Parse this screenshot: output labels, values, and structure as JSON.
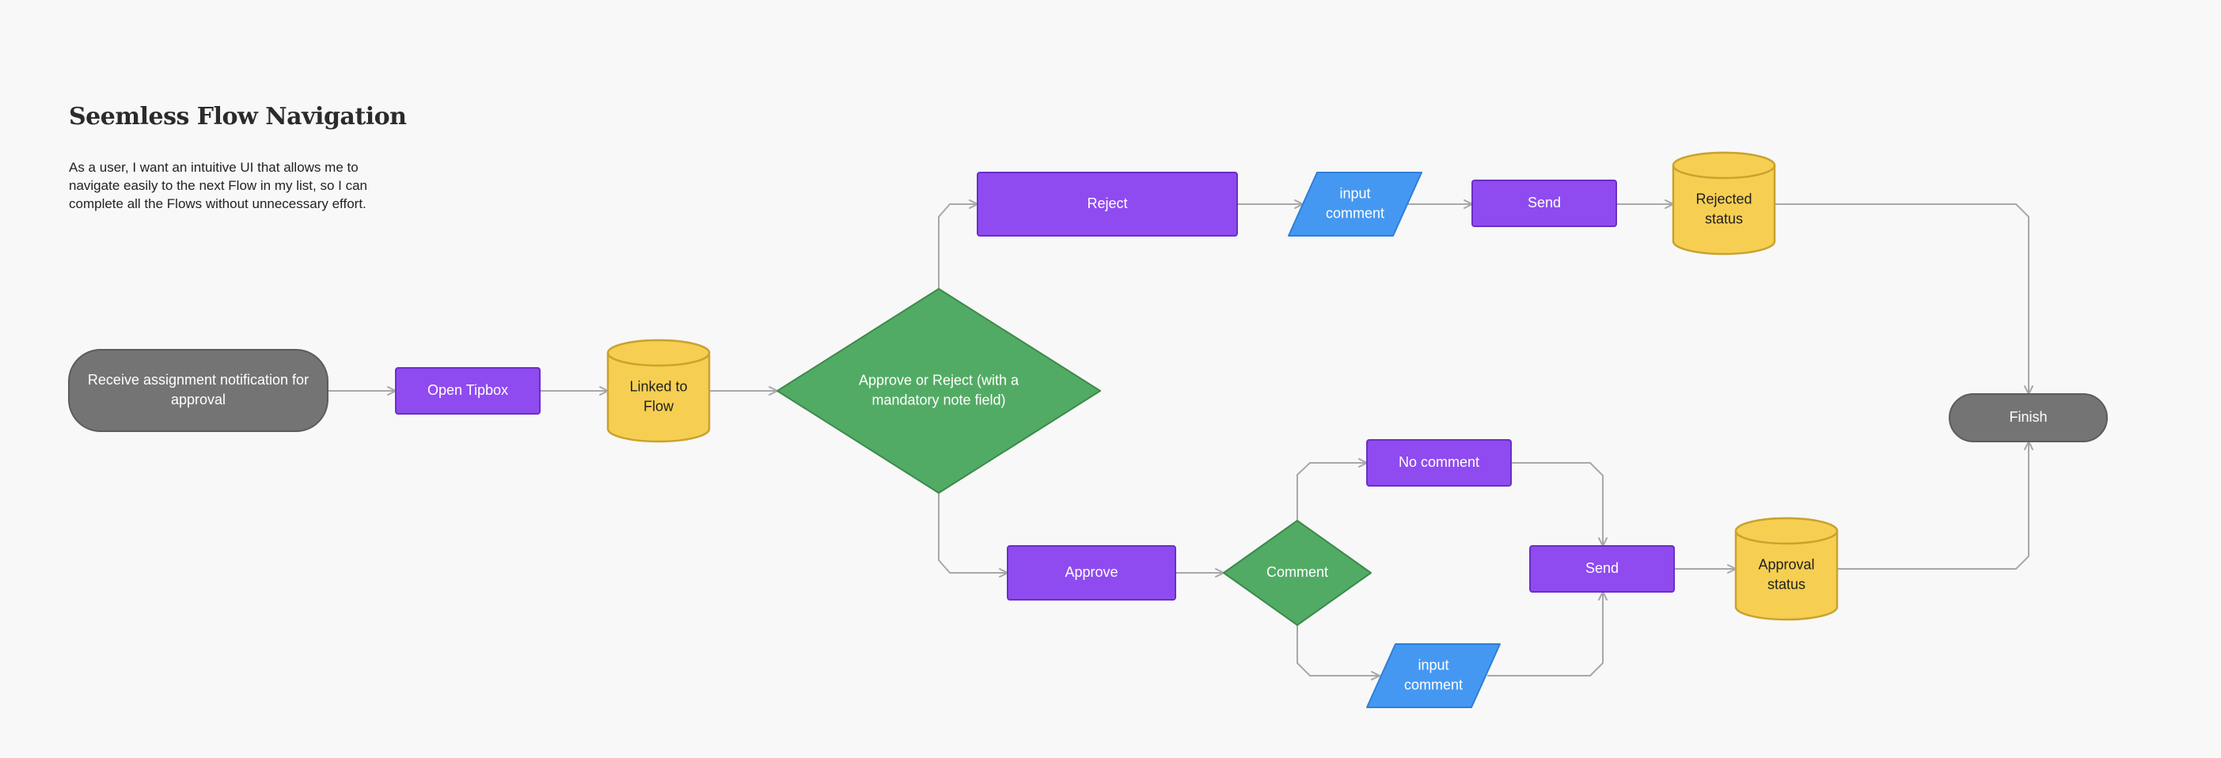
{
  "header": {
    "title": "Seemless Flow Navigation",
    "description": "As a user, I want an intuitive UI that allows me to navigate easily to the next Flow in my list, so I can complete all the Flows without unnecessary effort."
  },
  "colors": {
    "background": "#f8f8f8",
    "terminal": "#747474",
    "process": "#8f4bf0",
    "database": "#f6cf52",
    "decision": "#52ab64",
    "input": "#4598f2",
    "connector": "#a8a8a8"
  },
  "nodes": {
    "start": {
      "shape": "terminal",
      "lines": [
        "Receive assignment notification for",
        "approval"
      ]
    },
    "open_tipbox": {
      "shape": "process",
      "lines": [
        "Open Tipbox"
      ]
    },
    "linked_to_flow": {
      "shape": "database",
      "lines": [
        "Linked to",
        "Flow"
      ]
    },
    "approve_or_reject": {
      "shape": "decision",
      "lines": [
        "Approve or Reject (with a",
        "mandatory note field)"
      ]
    },
    "reject": {
      "shape": "process",
      "lines": [
        "Reject"
      ]
    },
    "reject_input_comment": {
      "shape": "input",
      "lines": [
        "input",
        "comment"
      ]
    },
    "reject_send": {
      "shape": "process",
      "lines": [
        "Send"
      ]
    },
    "rejected_status": {
      "shape": "database",
      "lines": [
        "Rejected",
        "status"
      ]
    },
    "approve": {
      "shape": "process",
      "lines": [
        "Approve"
      ]
    },
    "comment_decision": {
      "shape": "decision",
      "lines": [
        "Comment"
      ]
    },
    "no_comment": {
      "shape": "process",
      "lines": [
        "No comment"
      ]
    },
    "approve_input_comment": {
      "shape": "input",
      "lines": [
        "input",
        "comment"
      ]
    },
    "approve_send": {
      "shape": "process",
      "lines": [
        "Send"
      ]
    },
    "approval_status": {
      "shape": "database",
      "lines": [
        "Approval",
        "status"
      ]
    },
    "finish": {
      "shape": "terminal",
      "lines": [
        "Finish"
      ]
    }
  },
  "connections": [
    [
      "start",
      "open_tipbox"
    ],
    [
      "open_tipbox",
      "linked_to_flow"
    ],
    [
      "linked_to_flow",
      "approve_or_reject"
    ],
    [
      "approve_or_reject",
      "reject"
    ],
    [
      "approve_or_reject",
      "approve"
    ],
    [
      "reject",
      "reject_input_comment"
    ],
    [
      "reject_input_comment",
      "reject_send"
    ],
    [
      "reject_send",
      "rejected_status"
    ],
    [
      "rejected_status",
      "finish"
    ],
    [
      "approve",
      "comment_decision"
    ],
    [
      "comment_decision",
      "no_comment"
    ],
    [
      "comment_decision",
      "approve_input_comment"
    ],
    [
      "no_comment",
      "approve_send"
    ],
    [
      "approve_input_comment",
      "approve_send"
    ],
    [
      "approve_send",
      "approval_status"
    ],
    [
      "approval_status",
      "finish"
    ]
  ]
}
